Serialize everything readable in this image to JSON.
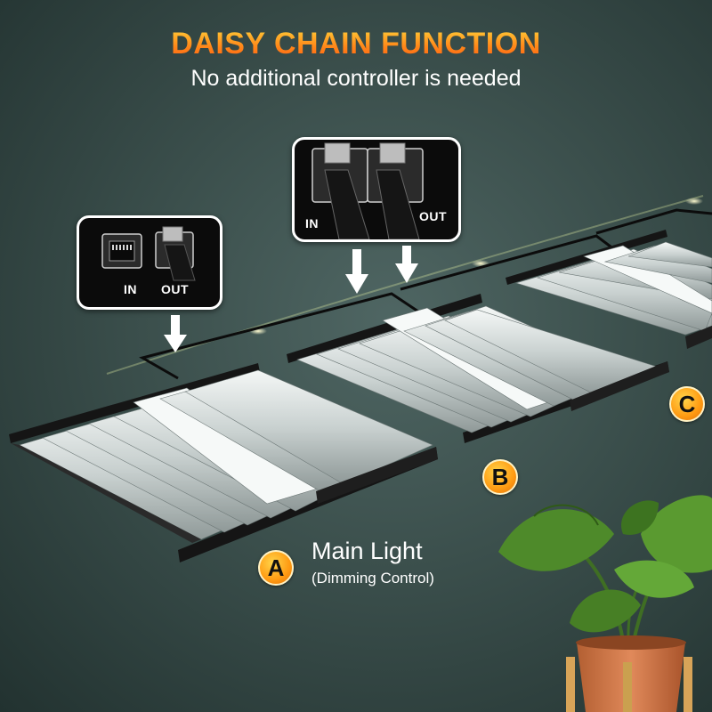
{
  "header": {
    "title": "DAISY CHAIN FUNCTION",
    "subtitle": "No additional controller is needed"
  },
  "callouts": {
    "left": {
      "in_label": "IN",
      "out_label": "OUT"
    },
    "right": {
      "in_label": "IN",
      "out_label": "OUT"
    }
  },
  "lights": {
    "a": {
      "badge": "A",
      "label": "Main Light",
      "sublabel": "(Dimming Control)"
    },
    "b": {
      "badge": "B"
    },
    "c": {
      "badge": "C"
    }
  },
  "colors": {
    "title_gradient": [
      "#ffd23a",
      "#ff5a12"
    ],
    "badge": "#ff9a12",
    "background": "#3b4f4c"
  },
  "icons": [
    "down-arrow-icon",
    "rj-port-icon",
    "ribbon-cable-icon",
    "monstera-plant",
    "terracotta-pot"
  ]
}
